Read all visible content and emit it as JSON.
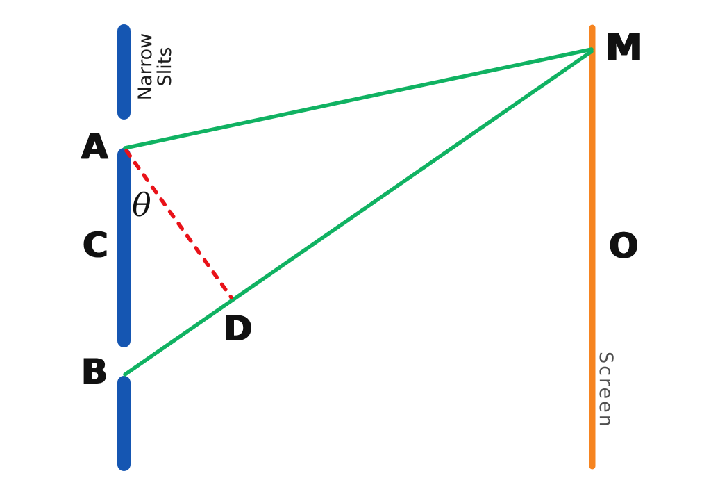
{
  "diagram": {
    "labels": {
      "slit_a": "A",
      "barrier_center": "C",
      "slit_b": "B",
      "point_d": "D",
      "point_m": "M",
      "point_o": "O",
      "theta": "θ",
      "narrow_slits": "Narrow Slits",
      "screen": "Screen"
    },
    "colors": {
      "barrier_blue": "#1556b2",
      "screen_orange": "#f68420",
      "ray_green": "#10b262",
      "path_difference_red": "#e91219",
      "label_black": "#111111",
      "screen_label_gray": "#4f4f4f"
    }
  }
}
